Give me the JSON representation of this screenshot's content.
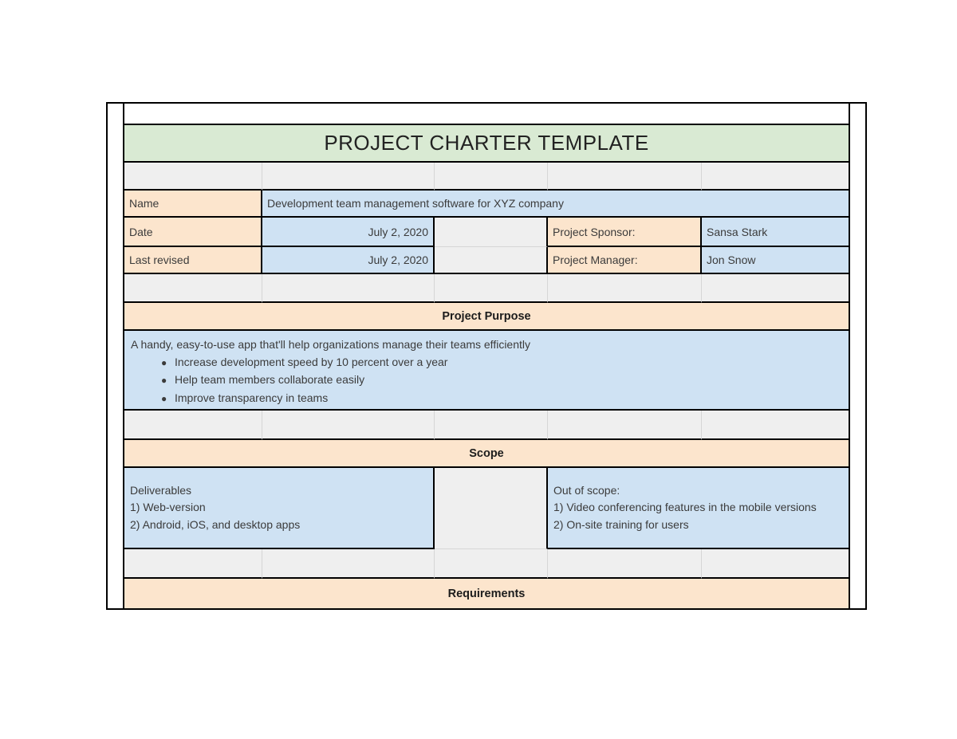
{
  "title": "PROJECT CHARTER TEMPLATE",
  "colors": {
    "title_bg": "#d9ead3",
    "label_bg": "#fce5cd",
    "value_bg": "#cfe2f3",
    "empty_bg": "#efefef",
    "border": "#000000",
    "text": "#3b3b3b"
  },
  "info": {
    "name": {
      "label": "Name",
      "value": "Development team management software for XYZ company"
    },
    "date": {
      "label": "Date",
      "value": "July 2, 2020"
    },
    "last_revised": {
      "label": "Last revised",
      "value": "July 2, 2020"
    },
    "sponsor": {
      "label": "Project Sponsor:",
      "value": "Sansa Stark"
    },
    "manager": {
      "label": "Project Manager:",
      "value": "Jon Snow"
    }
  },
  "sections": {
    "purpose": {
      "header": "Project Purpose",
      "intro": "A handy, easy-to-use app that'll help organizations manage their teams efficiently",
      "bullets": [
        "Increase development speed by 10 percent over a year",
        "Help team members collaborate easily",
        "Improve transparency in teams"
      ]
    },
    "scope": {
      "header": "Scope",
      "deliverables": [
        "Deliverables",
        "1) Web-version",
        "2) Android, iOS, and desktop apps"
      ],
      "out_of_scope": [
        "Out of scope:",
        "1) Video conferencing features in the mobile versions",
        "2) On-site training for users"
      ]
    },
    "requirements": {
      "header": "Requirements"
    }
  }
}
